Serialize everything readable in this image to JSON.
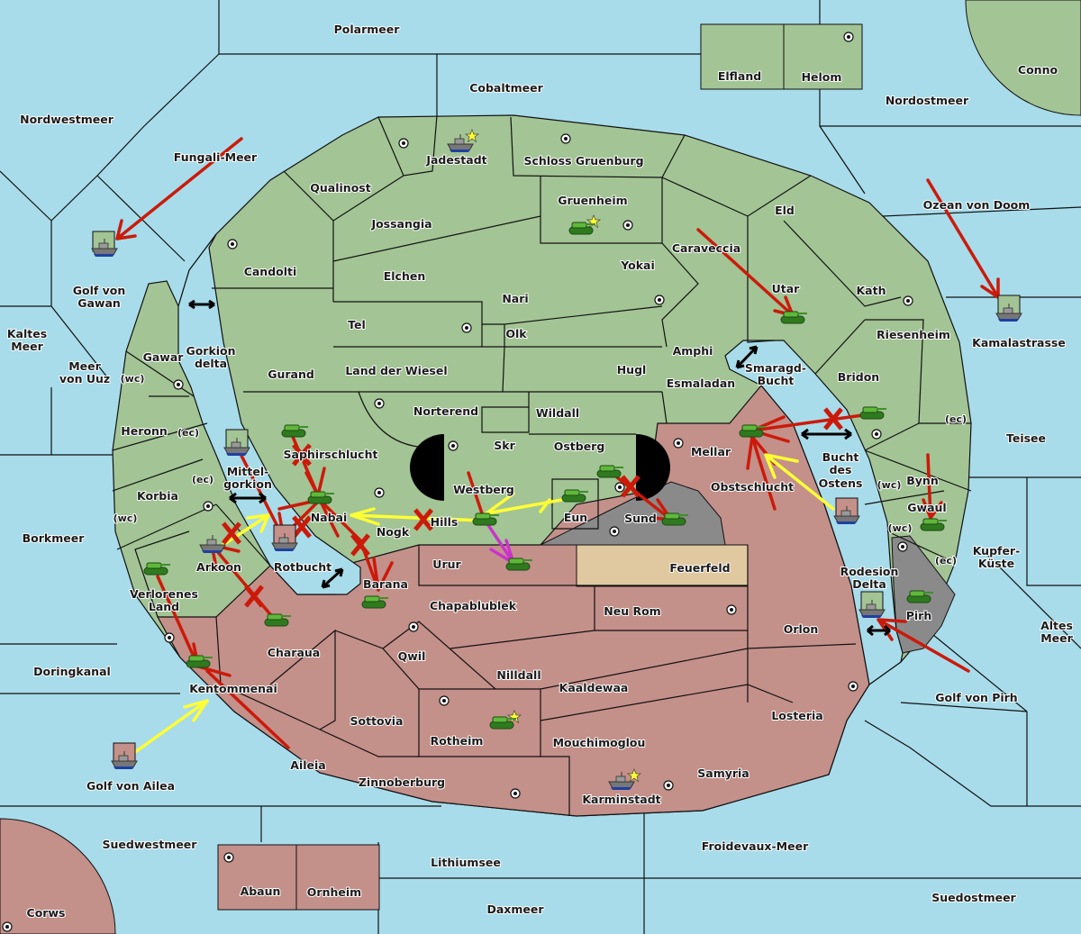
{
  "colors": {
    "sea": "#a8dcea",
    "power_green": "#a3c495",
    "power_red": "#c4908a",
    "neutral_grey": "#8a8a8a",
    "feuerfeld": "#e0c8a0",
    "impassable": "#000000",
    "attack": "#cc1a0a",
    "support": "#ffff33",
    "convoy": "#cc33cc",
    "bounce": "#000000"
  },
  "icons": {
    "army": "tank-icon",
    "fleet": "warship-icon",
    "supply_center": "supply-center-icon",
    "home_center": "star-icon",
    "failed_order": "x-cross-icon",
    "dislodged": "dislodged-marker-icon"
  },
  "labels": {
    "polarmeer": "Polarmeer",
    "cobaltmeer": "Cobaltmeer",
    "elfland": "Elfland",
    "helom": "Helom",
    "conno": "Conno",
    "nordostmeer": "Nordostmeer",
    "nordwestmeer": "Nordwestmeer",
    "fungali": "Fungali-Meer",
    "jadestadt": "Jadestadt",
    "schloss": "Schloss Gruenburg",
    "qualinost": "Qualinost",
    "gruenheim": "Gruenheim",
    "eld": "Eld",
    "ozean": "Ozean von Doom",
    "jossangia": "Jossangia",
    "caraveccia": "Caraveccia",
    "yokai": "Yokai",
    "candolti": "Candolti",
    "elchen": "Elchen",
    "golf_gawan_1": "Golf von",
    "golf_gawan_2": "Gawan",
    "nari": "Nari",
    "utar": "Utar",
    "kath": "Kath",
    "tel": "Tel",
    "olk": "Olk",
    "riesenheim": "Riesenheim",
    "kaltes_1": "Kaltes",
    "kaltes_2": "Meer",
    "kamalastrasse": "Kamalastrasse",
    "amphi": "Amphi",
    "gawar": "Gawar",
    "gorkion_delta_1": "Gorkion",
    "gorkion_delta_2": "delta",
    "smaragd_1": "Smaragd-",
    "smaragd_2": "Bucht",
    "uuz_1": "Meer",
    "uuz_2": "von Uuz",
    "hugl": "Hugl",
    "wiesel": "Land der Wiesel",
    "gurand": "Gurand",
    "bridon": "Bridon",
    "esmaladan": "Esmaladan",
    "norterend": "Norterend",
    "wildall": "Wildall",
    "heronn": "Heronn",
    "teisee": "Teisee",
    "skr": "Skr",
    "ostberg": "Ostberg",
    "mellar": "Mellar",
    "saphirschlucht": "Saphirschlucht",
    "bucht_1": "Bucht",
    "bucht_2": "des",
    "bucht_3": "Ostens",
    "mittel_1": "Mittel-",
    "mittel_2": "gorkion",
    "bynn": "Bynn",
    "westberg": "Westberg",
    "obstschlucht": "Obstschlucht",
    "korbia": "Korbia",
    "gwaul": "Gwaul",
    "eun": "Eun",
    "nabai": "Nabai",
    "hills": "Hills",
    "sund": "Sund",
    "nogk": "Nogk",
    "borkmeer": "Borkmeer",
    "kupfer_1": "Kupfer-",
    "kupfer_2": "Küste",
    "urur": "Urur",
    "feuerfeld": "Feuerfeld",
    "arkoon": "Arkoon",
    "rotbucht": "Rotbucht",
    "rodesion_1": "Rodesion",
    "rodesion_2": "Delta",
    "barana": "Barana",
    "verlorenes_1": "Verlorenes",
    "verlorenes_2": "Land",
    "chapablublek": "Chapablublek",
    "neu_rom": "Neu Rom",
    "pirh": "Pirh",
    "orlon": "Orlon",
    "altes_1": "Altes",
    "altes_2": "Meer",
    "charaua": "Charaua",
    "qwil": "Qwil",
    "doringkanal": "Doringkanal",
    "nilldall": "Nilldall",
    "kaaldewaa": "Kaaldewaa",
    "kentommenai": "Kentommenai",
    "golf_pirh": "Golf von Pirh",
    "losteria": "Losteria",
    "sottovia": "Sottovia",
    "rotheim": "Rotheim",
    "mouchimoglou": "Mouchimoglou",
    "aileia": "Aileia",
    "samyria": "Samyria",
    "golf_ailea": "Golf von Ailea",
    "zinnoberburg": "Zinnoberburg",
    "karminstadt": "Karminstadt",
    "suedwestmeer": "Suedwestmeer",
    "froidevaux": "Froidevaux-Meer",
    "lithiumsee": "Lithiumsee",
    "abaun": "Abaun",
    "ornheim": "Ornheim",
    "suedostmeer": "Suedostmeer",
    "daxmeer": "Daxmeer",
    "corws": "Corws"
  },
  "coasts": {
    "wc": "(wc)",
    "ec": "(ec)"
  }
}
